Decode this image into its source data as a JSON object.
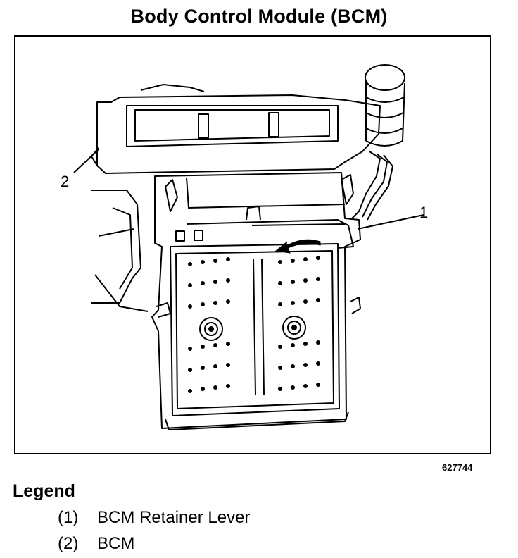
{
  "title": "Body Control Module (BCM)",
  "callouts": {
    "c1": "1",
    "c2": "2"
  },
  "figure_id": "627744",
  "legend": {
    "heading": "Legend",
    "items": [
      {
        "num": "(1)",
        "label": "BCM Retainer Lever"
      },
      {
        "num": "(2)",
        "label": "BCM"
      }
    ]
  }
}
